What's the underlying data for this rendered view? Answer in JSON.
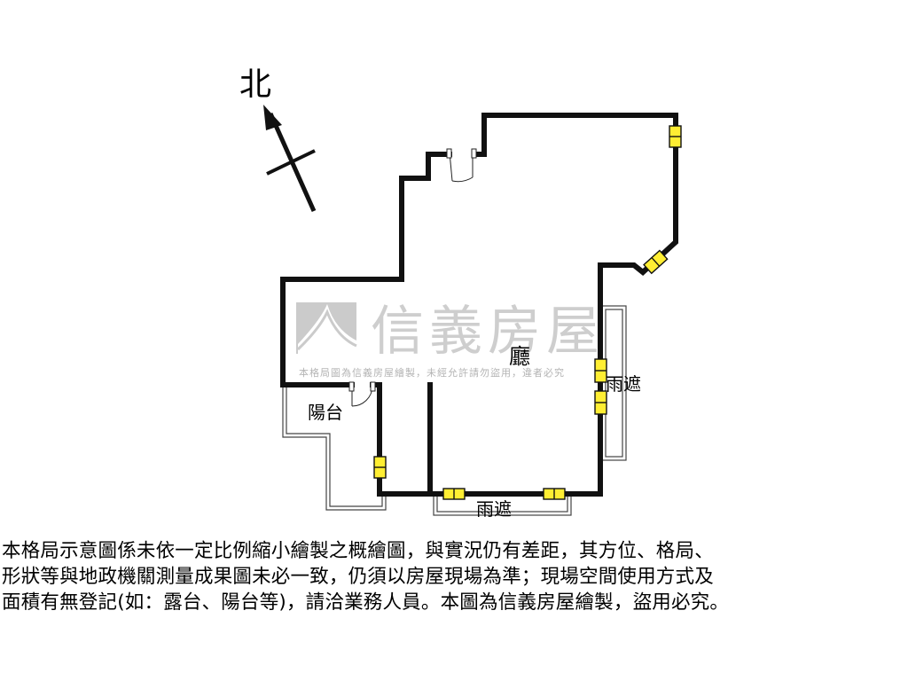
{
  "compass": {
    "label": "北"
  },
  "rooms": {
    "living": "廳",
    "balcony": "陽台",
    "canopy_right": "雨遮",
    "canopy_bottom": "雨遮"
  },
  "watermark": {
    "brand": "信義房屋",
    "notice": "本格局圖為信義房屋繪製，未經允許請勿盜用，違者必究"
  },
  "disclaimer": {
    "lines": [
      "本格局示意圖係未依一定比例縮小繪製之概繪圖，與實況仍有差距，其方位、格局、",
      "形狀等與地政機關測量成果圖未必一致，仍須以房屋現場為準；現場空間使用方式及",
      "面積有無登記(如：露台、陽台等)，請洽業務人員。本圖為信義房屋繪製，盜用必究。"
    ]
  },
  "colors": {
    "wall": "#111111",
    "window_fill": "#ffee33",
    "watermark": "#c8c8c8"
  }
}
